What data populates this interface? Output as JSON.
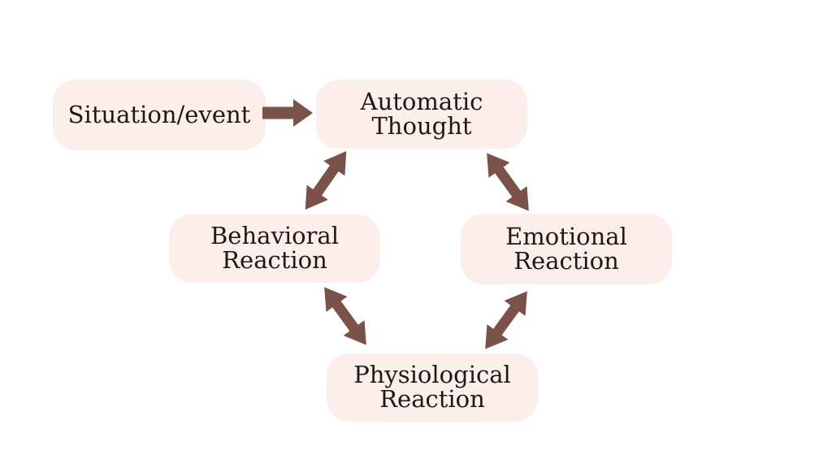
{
  "theme": {
    "bg": "#ffffff",
    "box-fill": "#fbeeeb",
    "arrow-color": "#7a5249",
    "text-color": "#1e1919"
  },
  "diagram": {
    "title": "",
    "nodes": {
      "situation": {
        "line1": "Situation/event"
      },
      "automatic": {
        "line1": "Automatic",
        "line2": "Thought"
      },
      "behavioral": {
        "line1": "Behavioral",
        "line2": "Reaction"
      },
      "emotional": {
        "line1": "Emotional",
        "line2": "Reaction"
      },
      "physiological": {
        "line1": "Physiological",
        "line2": "Reaction"
      }
    },
    "connections": [
      {
        "from": "Situation/event",
        "to": "Automatic Thought",
        "type": "one-way"
      },
      {
        "from": "Automatic Thought",
        "to": "Behavioral Reaction",
        "type": "two-way"
      },
      {
        "from": "Automatic Thought",
        "to": "Emotional Reaction",
        "type": "two-way"
      },
      {
        "from": "Behavioral Reaction",
        "to": "Physiological Reaction",
        "type": "two-way"
      },
      {
        "from": "Emotional Reaction",
        "to": "Physiological Reaction",
        "type": "two-way"
      }
    ]
  }
}
